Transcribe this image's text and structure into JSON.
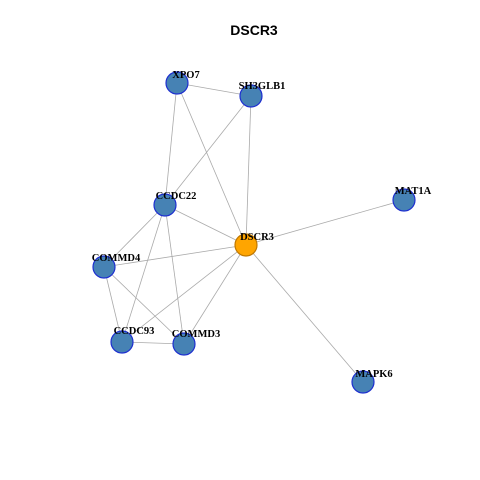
{
  "title": "DSCR3",
  "colors": {
    "center_fill": "#FFA500",
    "center_stroke": "#C07800",
    "node_fill": "#4682B4",
    "node_stroke": "#1E2FD0",
    "edge": "#AAAAAA"
  },
  "nodes": [
    {
      "id": "XPO7",
      "label": "XPO7",
      "center": false
    },
    {
      "id": "SH3GLB1",
      "label": "SH3GLB1",
      "center": false
    },
    {
      "id": "CCDC22",
      "label": "CCDC22",
      "center": false
    },
    {
      "id": "MAT1A",
      "label": "MAT1A",
      "center": false
    },
    {
      "id": "DSCR3",
      "label": "DSCR3",
      "center": true
    },
    {
      "id": "COMMD4",
      "label": "COMMD4",
      "center": false
    },
    {
      "id": "CCDC93",
      "label": "CCDC93",
      "center": false
    },
    {
      "id": "COMMD3",
      "label": "COMMD3",
      "center": false
    },
    {
      "id": "MAPK6",
      "label": "MAPK6",
      "center": false
    }
  ],
  "edges": [
    [
      "XPO7",
      "SH3GLB1"
    ],
    [
      "XPO7",
      "CCDC22"
    ],
    [
      "XPO7",
      "DSCR3"
    ],
    [
      "SH3GLB1",
      "CCDC22"
    ],
    [
      "SH3GLB1",
      "DSCR3"
    ],
    [
      "CCDC22",
      "DSCR3"
    ],
    [
      "CCDC22",
      "COMMD4"
    ],
    [
      "CCDC22",
      "CCDC93"
    ],
    [
      "CCDC22",
      "COMMD3"
    ],
    [
      "DSCR3",
      "MAT1A"
    ],
    [
      "DSCR3",
      "MAPK6"
    ],
    [
      "DSCR3",
      "COMMD4"
    ],
    [
      "DSCR3",
      "CCDC93"
    ],
    [
      "DSCR3",
      "COMMD3"
    ],
    [
      "COMMD4",
      "CCDC93"
    ],
    [
      "COMMD4",
      "COMMD3"
    ],
    [
      "CCDC93",
      "COMMD3"
    ]
  ]
}
